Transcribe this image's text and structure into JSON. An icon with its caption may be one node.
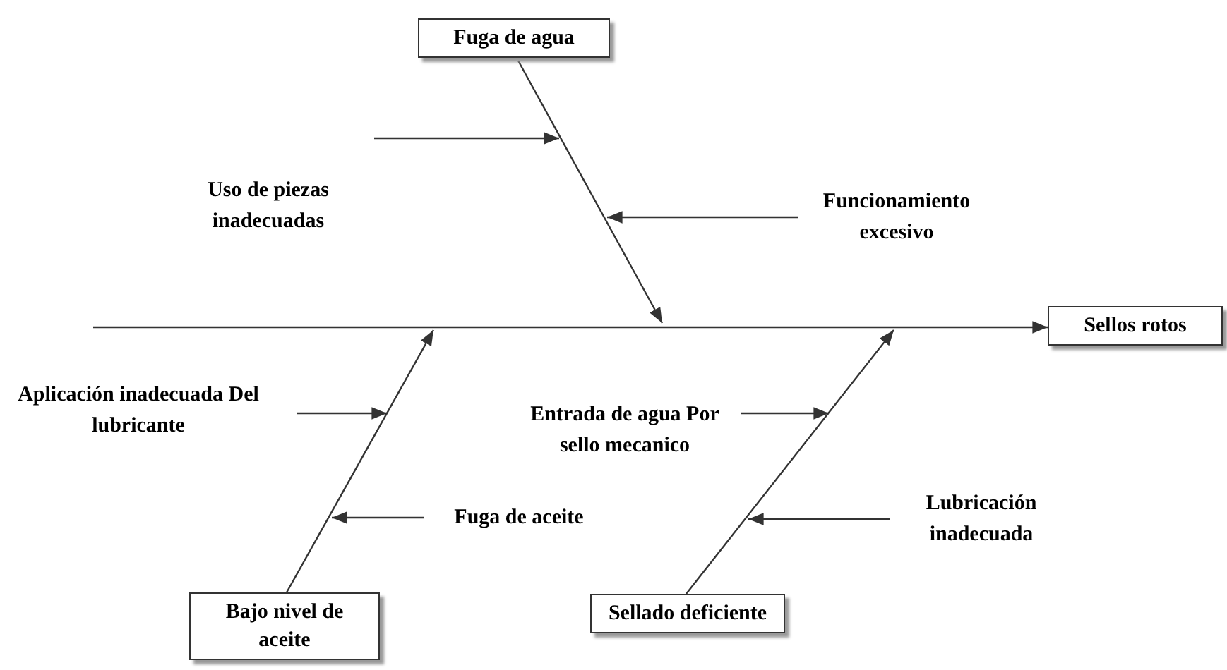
{
  "diagram": {
    "nodes": [
      {
        "text": [
          "Fuga de agua"
        ]
      },
      {
        "text": [
          "Uso de piezas inadecuadas"
        ]
      },
      {
        "text": [
          "Funcionamiento excesivo"
        ]
      },
      {
        "text": [
          "Sellos rotos"
        ]
      },
      {
        "text": [
          "Aplicación inadecuada Del lubricante"
        ]
      },
      {
        "text": [
          "Entrada de agua Por sello mecanico"
        ]
      },
      {
        "text": [
          "Lubricación inadecuada"
        ]
      },
      {
        "text": [
          "Fuga de aceite"
        ]
      },
      {
        "text": [
          "Bajo nivel de aceite"
        ]
      },
      {
        "text": [
          "Sellado deficiente"
        ]
      }
    ],
    "edges": [
      {
        "from": null,
        "to": 3,
        "arrow": "to"
      },
      {
        "from": 0,
        "to": null,
        "arrow": "to"
      },
      {
        "from": 8,
        "to": null,
        "arrow": "to"
      },
      {
        "from": 9,
        "to": null,
        "arrow": "to"
      },
      {
        "from": 1,
        "to": null,
        "arrow": "to"
      },
      {
        "from": 2,
        "to": null,
        "arrow": "to"
      },
      {
        "from": 4,
        "to": null,
        "arrow": "to"
      },
      {
        "from": 7,
        "to": null,
        "arrow": "to"
      },
      {
        "from": 5,
        "to": null,
        "arrow": "to"
      },
      {
        "from": 6,
        "to": null,
        "arrow": "to"
      }
    ]
  }
}
